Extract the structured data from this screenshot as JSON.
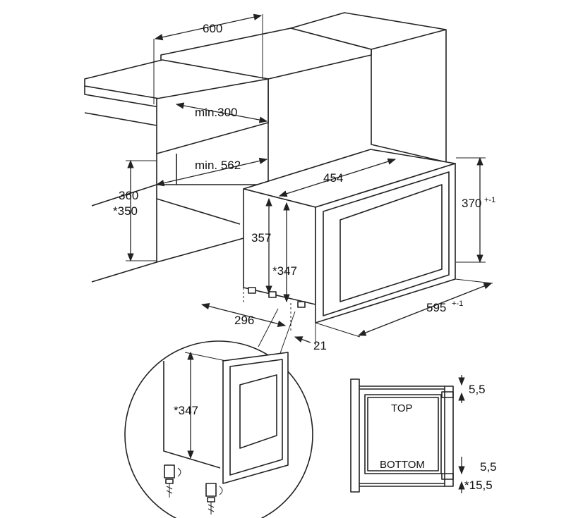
{
  "dimensions": {
    "width_600": "600",
    "min_300": "min.300",
    "min_562": "min. 562",
    "niche_h_360": "360",
    "niche_h_350": "*350",
    "depth_454": "454",
    "height_370": "370",
    "height_370_tol": "+-1",
    "height_357": "357",
    "height_347": "*347",
    "depth_296": "296",
    "width_595": "595",
    "width_595_tol": "+-1",
    "offset_21": "21",
    "detail_347": "*347"
  },
  "frame_detail": {
    "top_label": "TOP",
    "bottom_label": "BOTTOM",
    "gap_top": "5,5",
    "gap_bottom": "5,5",
    "gap_bottom_star": "*15,5"
  }
}
